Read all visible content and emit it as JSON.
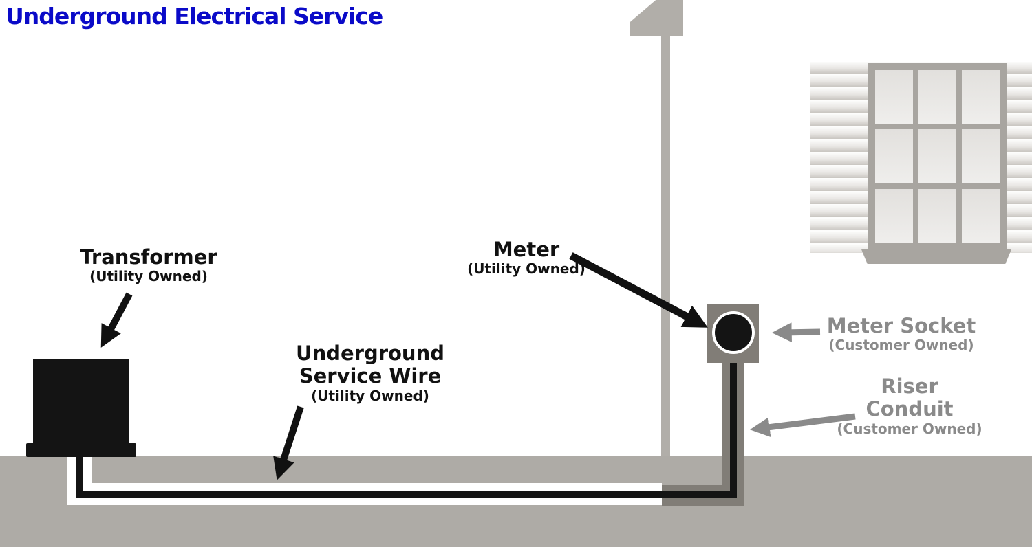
{
  "title": "Underground Electrical Service",
  "colors": {
    "background": "#ffffff",
    "title_blue": "#0a0ac8",
    "label_black": "#111111",
    "label_gray": "#8a8a8a",
    "ground_gray": "#aeaba6",
    "structure_gray": "#b1aea9",
    "socket_gray": "#817d77",
    "window_frame": "#a8a5a0",
    "siding_light": "#fbfbfa",
    "siding_dark": "#c9c6c1",
    "wire_black": "#141414",
    "trench_white": "#ffffff"
  },
  "labels": {
    "transformer": {
      "title": "Transformer",
      "subtitle": "(Utility Owned)"
    },
    "underground_service_wire": {
      "title_line1": "Underground",
      "title_line2": "Service Wire",
      "subtitle": "(Utility Owned)"
    },
    "meter": {
      "title": "Meter",
      "subtitle": "(Utility Owned)"
    },
    "meter_socket": {
      "title": "Meter Socket",
      "subtitle": "(Customer Owned)"
    },
    "riser_conduit": {
      "title_line1": "Riser",
      "title_line2": "Conduit",
      "subtitle": "(Customer Owned)"
    }
  }
}
